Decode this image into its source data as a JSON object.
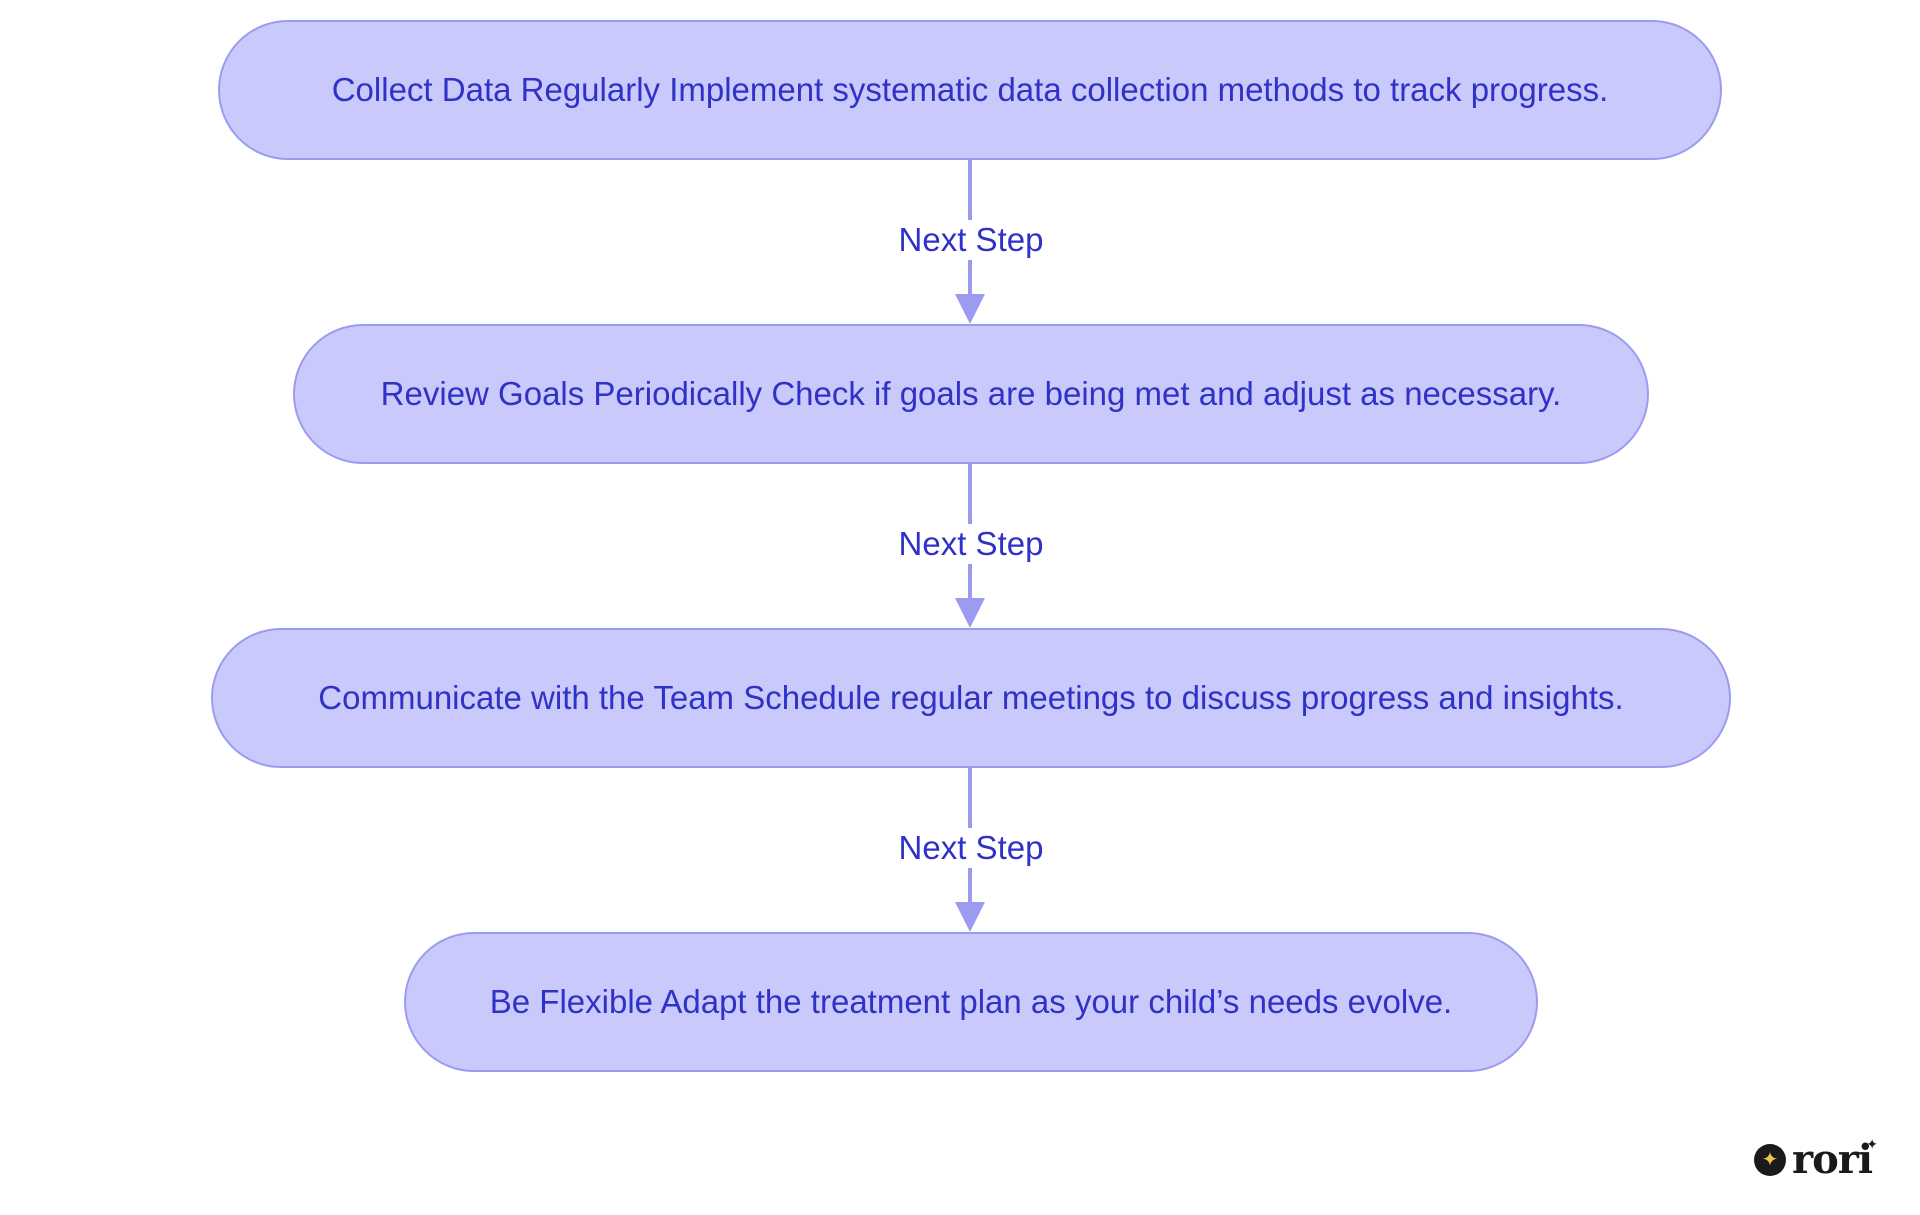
{
  "diagram": {
    "nodes": [
      {
        "id": "collect",
        "text": "Collect Data Regularly Implement systematic data collection methods to track progress."
      },
      {
        "id": "review",
        "text": "Review Goals Periodically Check if goals are being met and adjust as necessary."
      },
      {
        "id": "communicate",
        "text": "Communicate with the Team Schedule regular meetings to discuss progress and insights."
      },
      {
        "id": "flexible",
        "text": "Be Flexible Adapt the treatment plan as your child’s needs evolve."
      }
    ],
    "edges": [
      {
        "from": "collect",
        "to": "review",
        "label": "Next Step"
      },
      {
        "from": "review",
        "to": "communicate",
        "label": "Next Step"
      },
      {
        "from": "communicate",
        "to": "flexible",
        "label": "Next Step"
      }
    ]
  },
  "colors": {
    "node_fill": "#c9c9fc",
    "node_border": "#9b9bf0",
    "text": "#2f32c6",
    "connector": "#9b9bf0"
  },
  "logo": {
    "text": "rori",
    "icon": "star-icon"
  }
}
